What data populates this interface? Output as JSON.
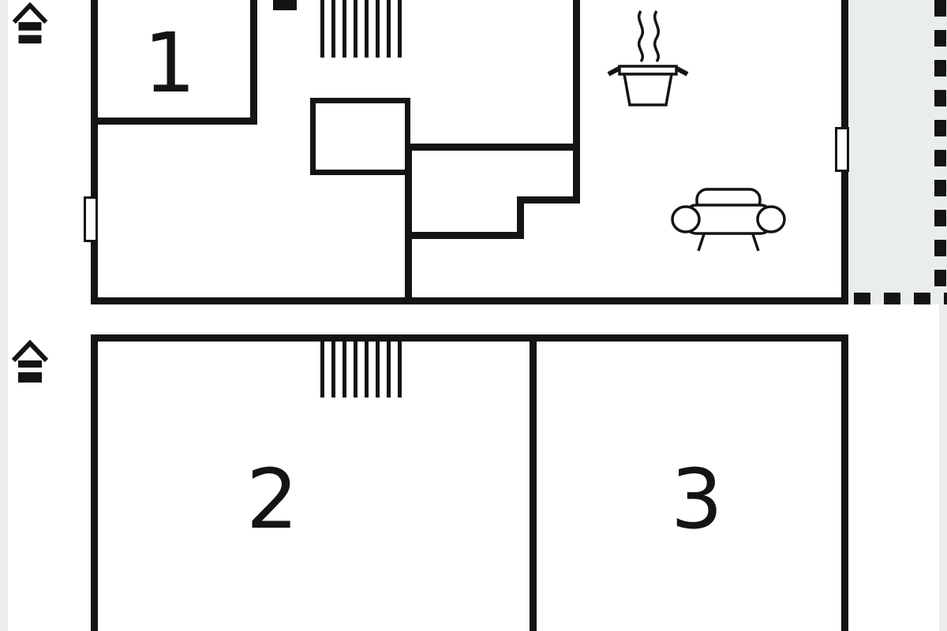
{
  "page": {
    "type": "floor-plan",
    "description": "Two-level holiday-home floor plan"
  },
  "colors": {
    "wall": "#141414",
    "background": "#ffffff",
    "terrace_fill": "#e9edeb",
    "edge_strip": "#eceeed"
  },
  "upper_floor": {
    "indicator_icon": "house-upper-floor-icon",
    "rooms": [
      {
        "label": "1"
      }
    ],
    "features": [
      {
        "name": "staircase"
      },
      {
        "name": "kitchen-pot-with-steam"
      },
      {
        "name": "sofa"
      },
      {
        "name": "window",
        "position": "left-wall"
      },
      {
        "name": "window",
        "position": "right-wall"
      },
      {
        "name": "terrace",
        "outline": "dashed"
      }
    ]
  },
  "lower_floor": {
    "indicator_icon": "house-lower-floor-icon",
    "rooms": [
      {
        "label": "2"
      },
      {
        "label": "3"
      }
    ],
    "features": [
      {
        "name": "staircase"
      }
    ]
  }
}
